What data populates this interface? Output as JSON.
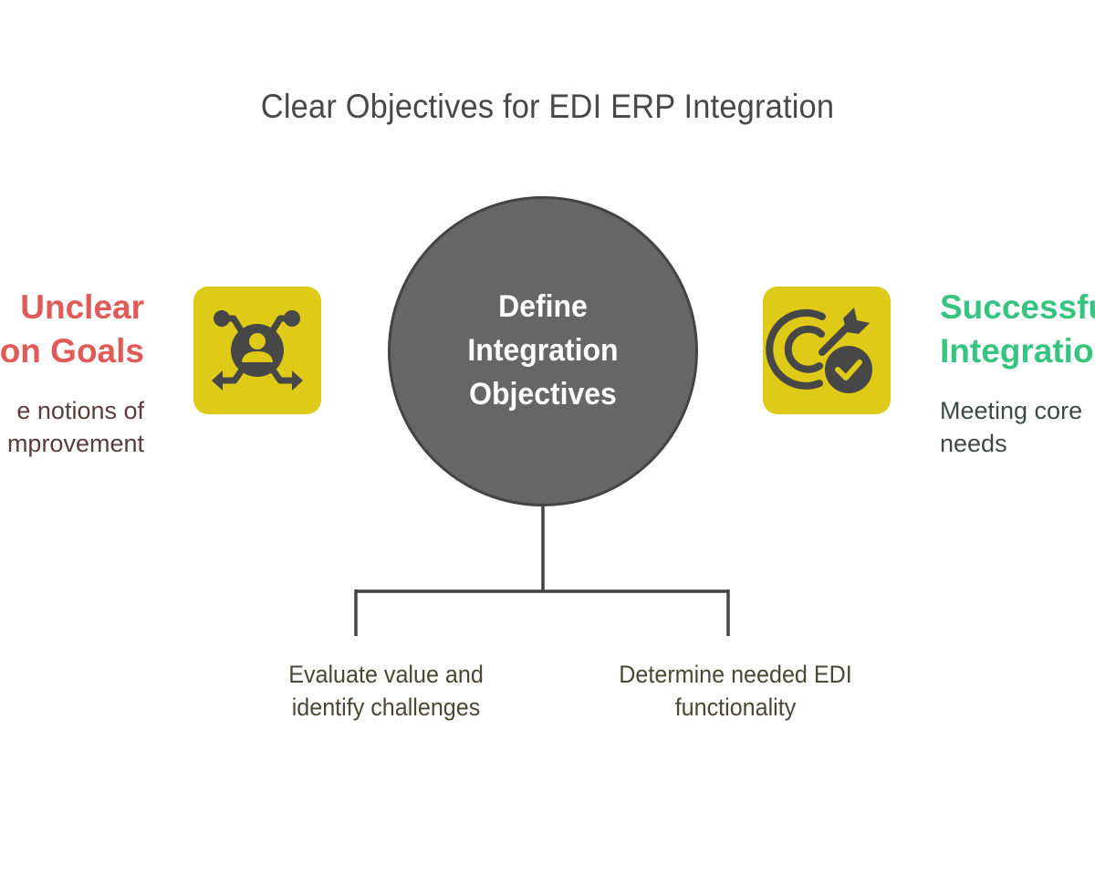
{
  "title": "Clear Objectives for EDI ERP Integration",
  "center": {
    "lines": [
      "Define",
      "Integration",
      "Objectives"
    ]
  },
  "left": {
    "title_lines": [
      "Unclear",
      "on Goals"
    ],
    "desc_lines": [
      "e notions of",
      "mprovement"
    ],
    "icon": "network-user-arrows-icon",
    "color": "#e05a57"
  },
  "right": {
    "title_lines": [
      "Successfu",
      "Integratio"
    ],
    "desc_lines": [
      "Meeting core",
      "needs"
    ],
    "icon": "target-check-icon",
    "color": "#37c380"
  },
  "branches": [
    {
      "lines": [
        "Evaluate value and",
        "identify challenges"
      ]
    },
    {
      "lines": [
        "Determine needed EDI",
        "functionality"
      ]
    }
  ],
  "colors": {
    "tile": "#dfca17",
    "circle": "#666666",
    "line": "#444444"
  }
}
